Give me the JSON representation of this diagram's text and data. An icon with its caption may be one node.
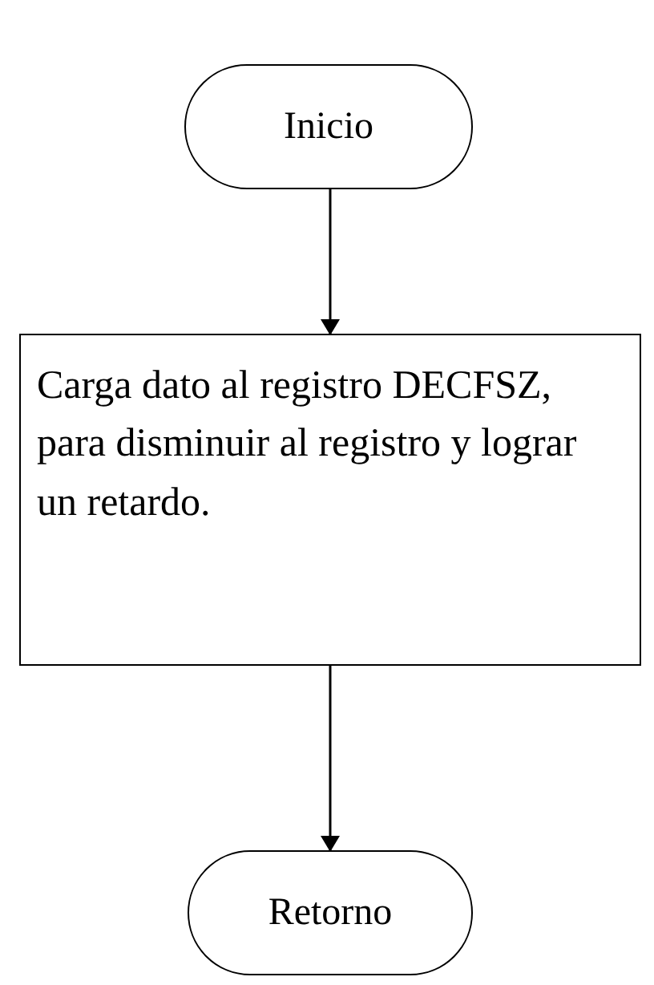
{
  "diagram": {
    "nodes": [
      {
        "text": [
          "Inicio"
        ]
      },
      {
        "text": [
          "Carga dato al registro DECFSZ, para disminuir al registro y lograr un retardo."
        ]
      },
      {
        "text": [
          "Retorno"
        ]
      }
    ],
    "edges": [
      {
        "from": 0,
        "to": 1,
        "arrow": "to"
      },
      {
        "from": 1,
        "to": 2,
        "arrow": "to"
      }
    ]
  }
}
